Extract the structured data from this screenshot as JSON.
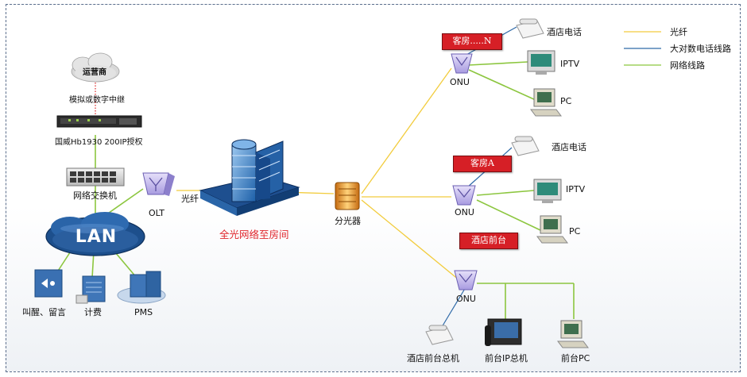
{
  "legend": {
    "fiber": "光纤",
    "trunk": "大对数电话线路",
    "network": "网络线路",
    "colors": {
      "fiber": "#f2cc3d",
      "trunk": "#2f6aa8",
      "network": "#8cc63f"
    }
  },
  "left": {
    "carrier": "运营商",
    "relay": "模拟或数字中继",
    "pbx": "国威Hb1930 200IP授权",
    "switch": "网络交换机",
    "lan": "LAN",
    "olt": "OLT",
    "fiber_label": "光纤",
    "wakeup": "叫醒、留言",
    "billing": "计费",
    "pms": "PMS"
  },
  "center": {
    "building_caption": "全光网络至房间",
    "splitter": "分光器"
  },
  "branches": {
    "room_n": {
      "tag": "客房.....N",
      "onu": "ONU",
      "phone": "酒店电话",
      "iptv": "IPTV",
      "pc": "PC"
    },
    "room_a": {
      "tag": "客房A",
      "onu": "ONU",
      "phone": "酒店电话",
      "iptv": "IPTV",
      "pc": "PC"
    },
    "front": {
      "tag": "酒店前台",
      "onu": "ONU",
      "phone": "酒店前台总机",
      "ipphone": "前台IP总机",
      "pc": "前台PC"
    }
  }
}
